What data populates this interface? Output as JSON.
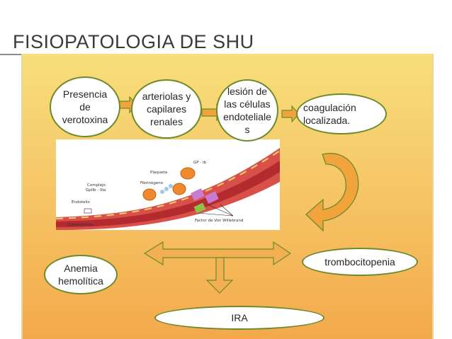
{
  "title": "FISIOPATOLOGIA DE SHU",
  "nodes": {
    "presencia": "Presencia\nde\nverotoxina",
    "arteriolas": "arteriolas y\ncapilares\nrenales",
    "lesion": "lesión de\nlas células\nendoteliale\ns",
    "coagulacion": "coagulación\nlocalizada.",
    "anemia": "Anemia\nhemolítica",
    "trombocitopenia": "trombocitopenia",
    "ira": "IRA"
  },
  "image_labels": {
    "gp": "GP - Ib",
    "plaqueta": "Plaqueta",
    "fibrinogeno": "Fibrinógeno",
    "complejo_1": "Complejo",
    "complejo_2": "GpIIb - IIIa",
    "endotelio": "Endotelio",
    "subendotelio": "Subendotelio",
    "factor": "Factor de Von Willebrand"
  },
  "colors": {
    "panel_top": "#f7df7a",
    "panel_bottom": "#f3a94b",
    "node_border": "#6c8a2c",
    "arrow_fill": "#f2a43c",
    "arrow_stroke": "#6c8a2c"
  }
}
